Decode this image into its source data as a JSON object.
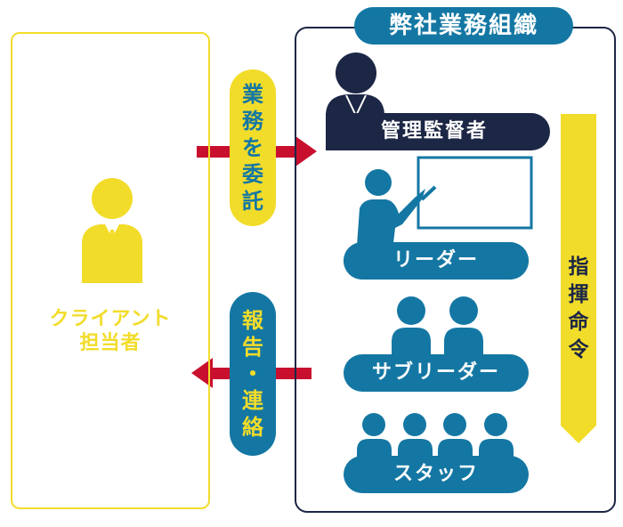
{
  "colors": {
    "yellow": "#f2dc2a",
    "blue": "#1477a3",
    "navy": "#1c2645",
    "red": "#c8102e"
  },
  "client": {
    "label_line1": "クライアント",
    "label_line2": "担当者",
    "icon": "person-with-tie-icon"
  },
  "organization": {
    "title": "弊社業務組織",
    "roles": [
      {
        "label": "管理監督者",
        "icon": "person-with-id-badge-icon"
      },
      {
        "label": "リーダー",
        "icon": "presenter-at-whiteboard-icon"
      },
      {
        "label": "サブリーダー",
        "icon": "two-people-icon"
      },
      {
        "label": "スタッフ",
        "icon": "four-people-icon"
      }
    ],
    "command_chain": [
      "指",
      "揮",
      "命",
      "令"
    ]
  },
  "flows": {
    "delegate": {
      "chars": [
        "業",
        "務",
        "を",
        "委",
        "託"
      ],
      "direction": "client-to-org"
    },
    "report": {
      "chars": [
        "報",
        "告",
        "・",
        "連",
        "絡"
      ],
      "direction": "org-to-client"
    }
  }
}
